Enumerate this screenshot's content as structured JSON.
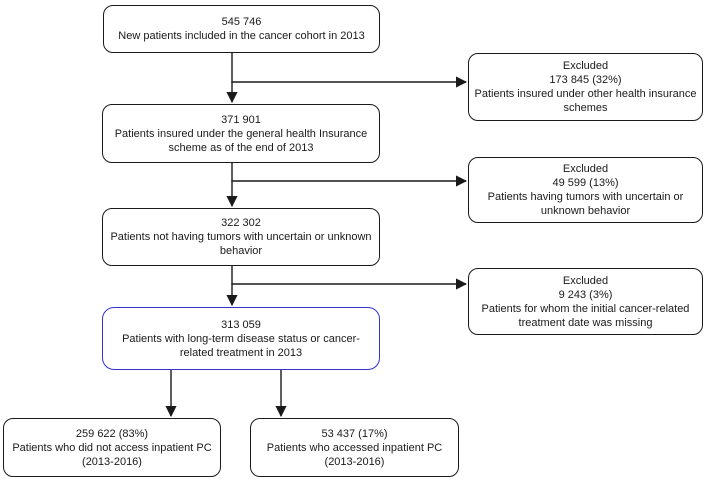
{
  "flowchart": {
    "colors": {
      "line": "#1a1a1a",
      "box_border": "#1a1a1a",
      "highlight_border": "#3333cc",
      "text": "#1a1a1a",
      "background": "#ffffff"
    },
    "main_boxes": [
      {
        "value": "545 746",
        "label": "New patients included in the cancer cohort in 2013"
      },
      {
        "value": "371 901",
        "label": "Patients insured under the general health Insurance scheme as of the end of 2013"
      },
      {
        "value": "322 302",
        "label": "Patients not having tumors with uncertain or unknown behavior"
      },
      {
        "value": "313 059",
        "label": "Patients with long-term disease status or cancer-related treatment in 2013",
        "highlighted": true
      }
    ],
    "excluded_boxes": [
      {
        "heading": "Excluded",
        "value": "173 845 (32%)",
        "label": "Patients insured under other health insurance schemes"
      },
      {
        "heading": "Excluded",
        "value": "49 599 (13%)",
        "label": "Patients having tumors with uncertain or unknown behavior"
      },
      {
        "heading": "Excluded",
        "value": "9 243 (3%)",
        "label": "Patients for whom the initial cancer-related treatment date was missing"
      }
    ],
    "outcome_boxes": [
      {
        "value": "259 622 (83%)",
        "label": "Patients who did not access inpatient PC (2013-2016)"
      },
      {
        "value": "53 437 (17%)",
        "label": "Patients who accessed inpatient PC (2013-2016)"
      }
    ]
  }
}
